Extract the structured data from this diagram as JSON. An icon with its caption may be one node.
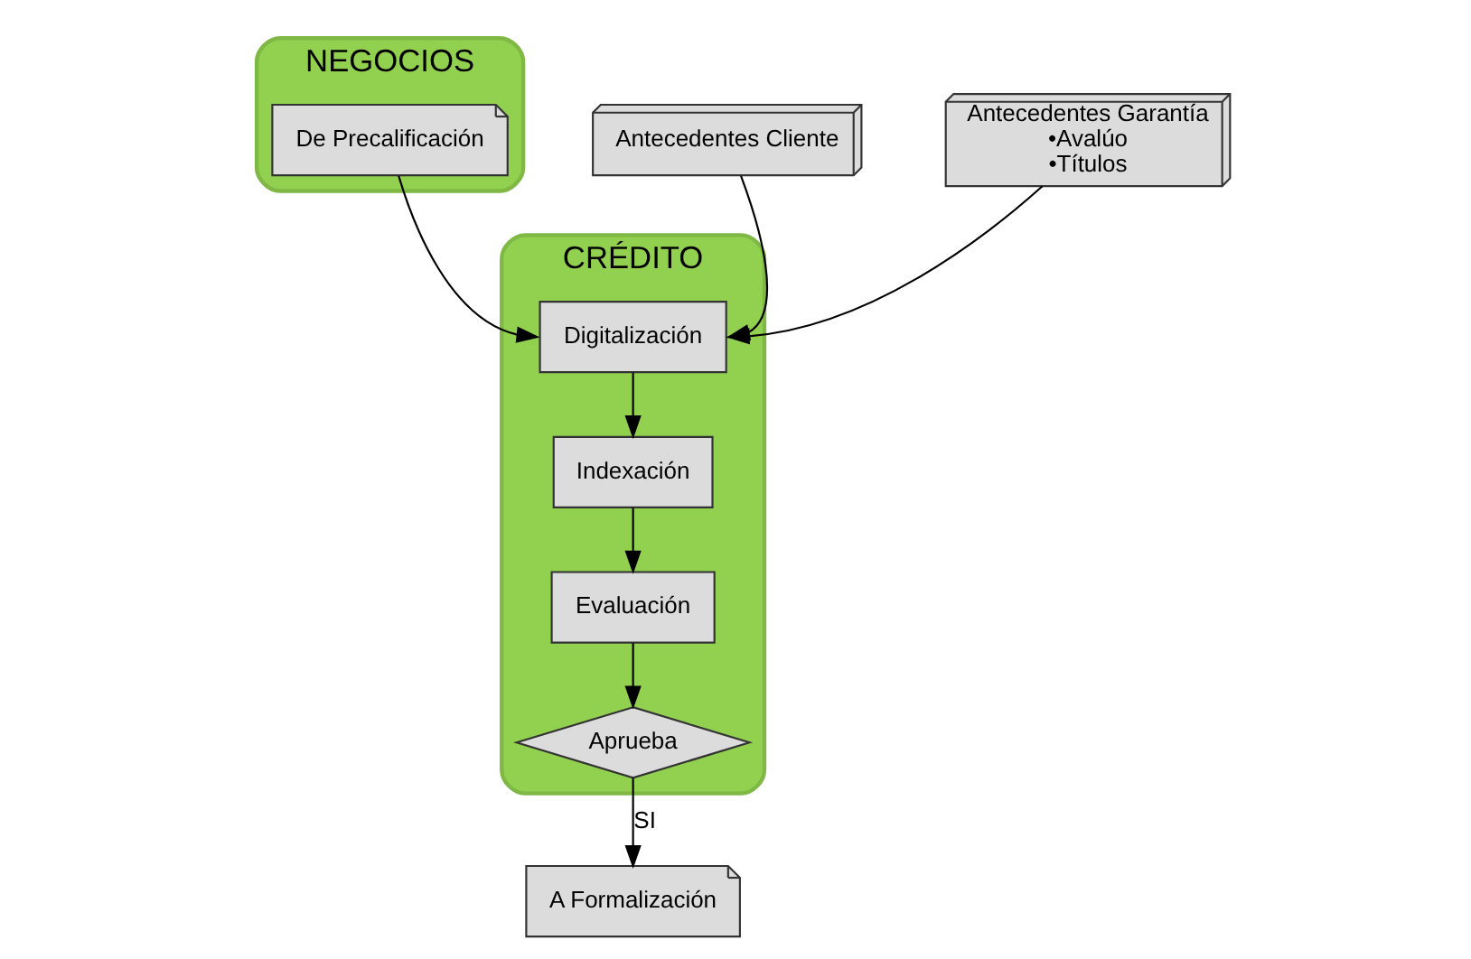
{
  "diagram": {
    "nodes": [
      {
        "text": [
          "NEGOCIOS"
        ]
      },
      {
        "text": [
          "De Precalificación"
        ],
        "in": 0
      },
      {
        "text": [
          "CRÉDITO"
        ]
      },
      {
        "text": [
          "Digitalización"
        ],
        "in": 2
      },
      {
        "text": [
          "Indexación"
        ],
        "in": 2
      },
      {
        "text": [
          "Evaluación"
        ],
        "in": 2
      },
      {
        "text": [
          "Aprueba"
        ],
        "in": 2
      },
      {
        "text": [
          "A Formalización"
        ]
      },
      {
        "text": [
          "Antecedentes Cliente"
        ]
      },
      {
        "text": [
          "Antecedentes Garantía",
          "•Avalúo",
          "•Títulos"
        ]
      }
    ],
    "edges": [
      {
        "from": 1,
        "to": 3,
        "arrow": "to"
      },
      {
        "from": 8,
        "to": 3,
        "arrow": "to"
      },
      {
        "from": 9,
        "to": 3,
        "arrow": "to"
      },
      {
        "from": 3,
        "to": 4,
        "arrow": "to"
      },
      {
        "from": 4,
        "to": 5,
        "arrow": "to"
      },
      {
        "from": 5,
        "to": 6,
        "arrow": "to"
      },
      {
        "from": 6,
        "to": 7,
        "label": "SI",
        "arrow": "to"
      }
    ]
  }
}
